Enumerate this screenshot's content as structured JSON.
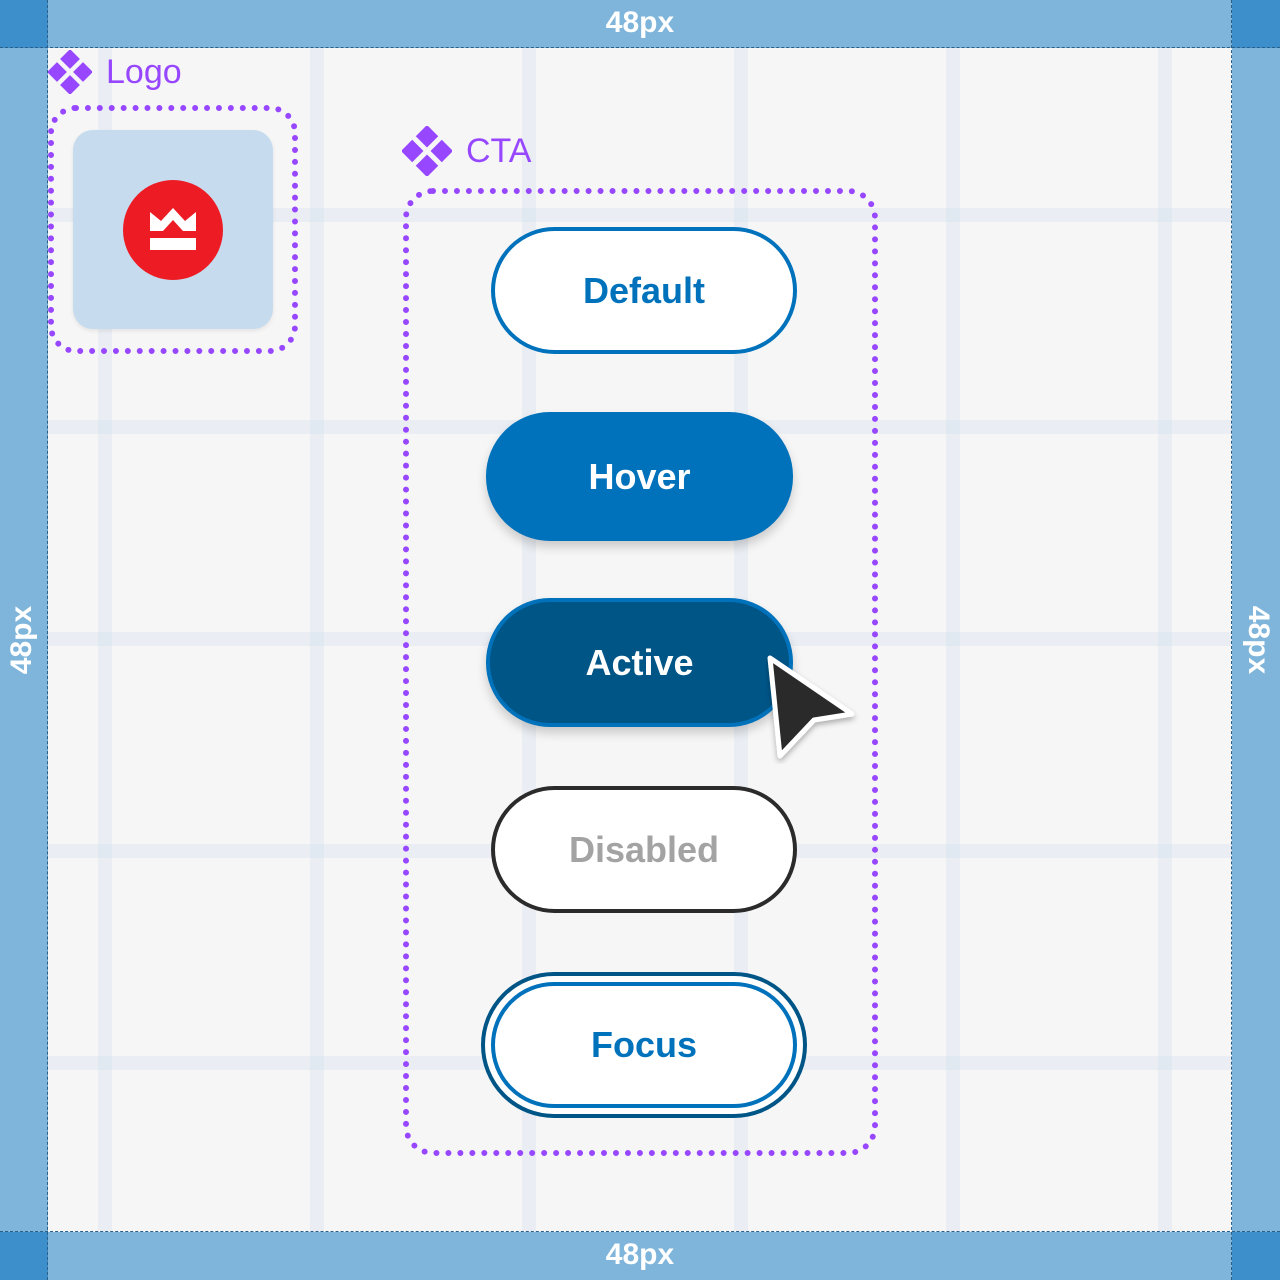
{
  "margins": {
    "top_label": "48px",
    "bottom_label": "48px",
    "left_label": "48px",
    "right_label": "48px"
  },
  "components": {
    "logo": {
      "label": "Logo",
      "icon": "component-diamond-icon"
    },
    "cta": {
      "label": "CTA",
      "icon": "component-diamond-icon"
    }
  },
  "buttons": {
    "default": "Default",
    "hover": "Hover",
    "active": "Active",
    "disabled": "Disabled",
    "focus": "Focus"
  },
  "colors": {
    "primary": "#0072bc",
    "primary_dark": "#005587",
    "annotation": "#9747ff",
    "margin_guide": "#7fb5da",
    "logo_red": "#ed1c24",
    "disabled_text": "#a3a3a3"
  },
  "cursor": {
    "icon": "arrow-cursor-icon"
  }
}
